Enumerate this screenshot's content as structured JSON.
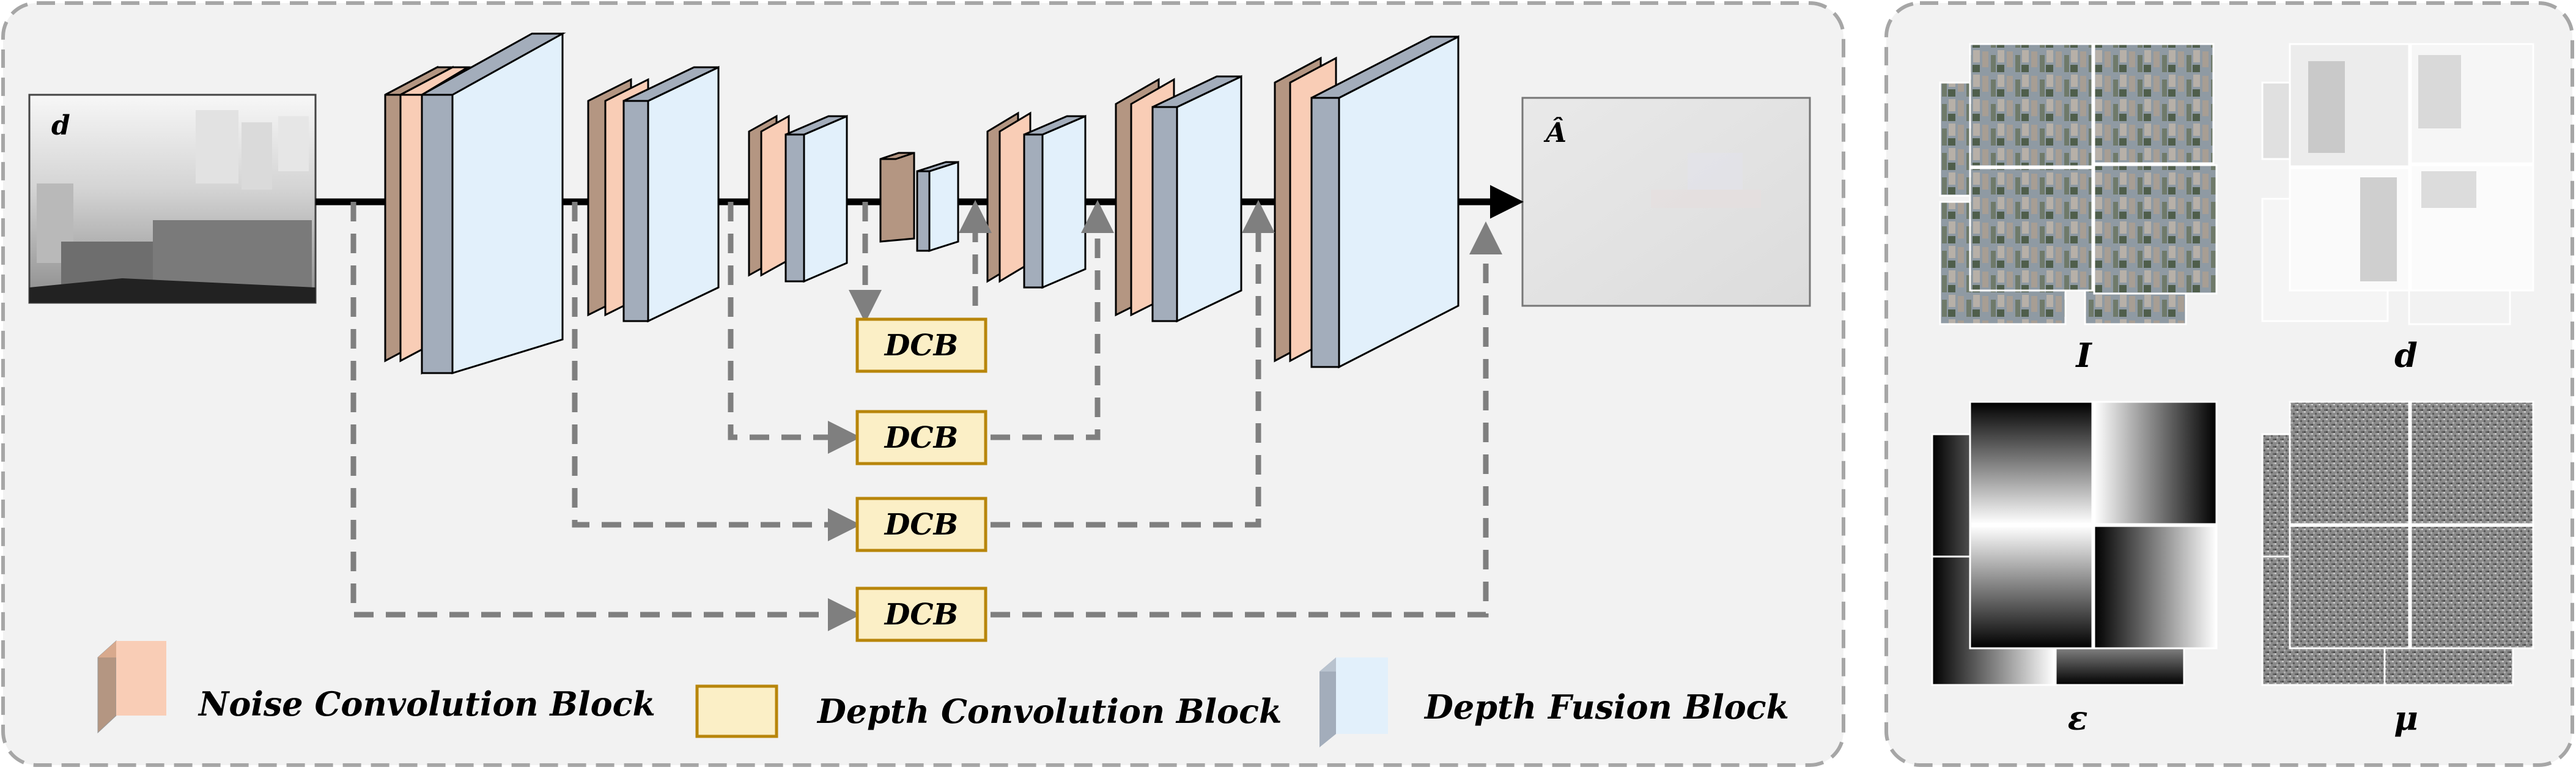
{
  "left_panel": {
    "input_label": "d",
    "output_label": "Â",
    "dcb_blocks": [
      "DCB",
      "DCB",
      "DCB",
      "DCB"
    ],
    "legend": [
      {
        "name": "noise-convolution",
        "label": "Noise Convolution Block"
      },
      {
        "name": "depth-convolution",
        "label": "Depth Convolution Block"
      },
      {
        "name": "depth-fusion",
        "label": "Depth Fusion Block"
      }
    ]
  },
  "right_panel": {
    "captions": [
      "I",
      "d",
      "ε",
      "μ"
    ]
  },
  "colors": {
    "panel_bg": "#f2f2f2",
    "panel_border": "#a6a6a6",
    "noise_block": "#b49682",
    "noise_side": "#f9cdb6",
    "fusion_side": "#a3adbb",
    "fusion_face": "#e2f0fb",
    "dcb_fill": "#fbefc6",
    "dcb_border": "#b8860b",
    "arrow": "#7f7f7f"
  }
}
